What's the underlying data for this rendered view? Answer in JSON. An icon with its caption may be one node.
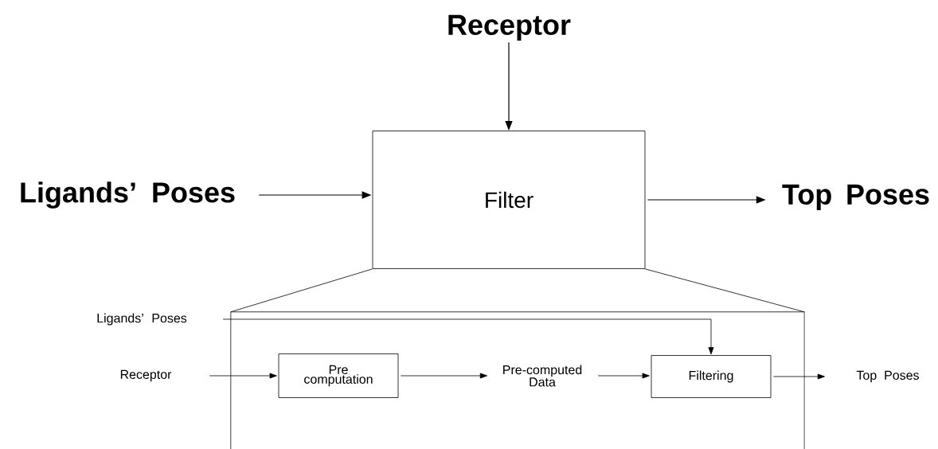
{
  "diagram": {
    "nodes": [
      {
        "text": [
          "Receptor"
        ]
      },
      {
        "text": [
          "Filter"
        ]
      },
      {
        "text": [
          "Ligands’ Poses"
        ]
      },
      {
        "text": [
          "Top Poses"
        ]
      },
      {
        "text": [],
        "shape": "box"
      },
      {
        "text": [
          "Ligands’ Poses"
        ]
      },
      {
        "text": [
          "Receptor"
        ]
      },
      {
        "text": [
          "Pre computation"
        ],
        "in": 4
      },
      {
        "text": [
          "Pre-computed Data"
        ],
        "in": 4
      },
      {
        "text": [
          "Filtering"
        ],
        "in": 4
      },
      {
        "text": [
          "Top Poses"
        ]
      }
    ],
    "edges": [
      {
        "from": 0,
        "to": 1,
        "arrow": "to"
      },
      {
        "from": 2,
        "to": 1,
        "arrow": "to"
      },
      {
        "from": 1,
        "to": 3,
        "arrow": "to"
      },
      {
        "from": 1,
        "to": 4,
        "arrow": "none"
      },
      {
        "from": 1,
        "to": 4,
        "arrow": "none"
      },
      {
        "from": 5,
        "to": 9,
        "arrow": "to"
      },
      {
        "from": 6,
        "to": 7,
        "arrow": "to"
      },
      {
        "from": 7,
        "to": 8,
        "arrow": "to"
      },
      {
        "from": 8,
        "to": 9,
        "arrow": "to"
      },
      {
        "from": 9,
        "to": 10,
        "arrow": "to"
      }
    ]
  }
}
